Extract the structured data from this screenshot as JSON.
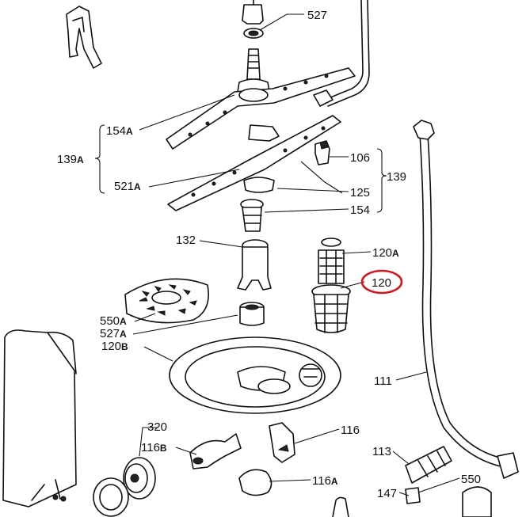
{
  "labels": {
    "p527": "527",
    "p154A": "154",
    "p154A_s": "A",
    "p139A": "139",
    "p139A_s": "A",
    "p521A": "521",
    "p521A_s": "A",
    "p106": "106",
    "p139": "139",
    "p125": "125",
    "p154": "154",
    "p132": "132",
    "p120A": "120",
    "p120A_s": "A",
    "p120": "120",
    "p550A": "550",
    "p550A_s": "A",
    "p527A": "527",
    "p527A_s": "A",
    "p120B": "120",
    "p120B_s": "B",
    "p111": "111",
    "p320": "320",
    "p116B": "116",
    "p116B_s": "B",
    "p116": "116",
    "p113": "113",
    "p116A": "116",
    "p116A_s": "A",
    "p147": "147",
    "p550": "550"
  },
  "highlight": {
    "part": "120",
    "color": "#d8141c"
  }
}
